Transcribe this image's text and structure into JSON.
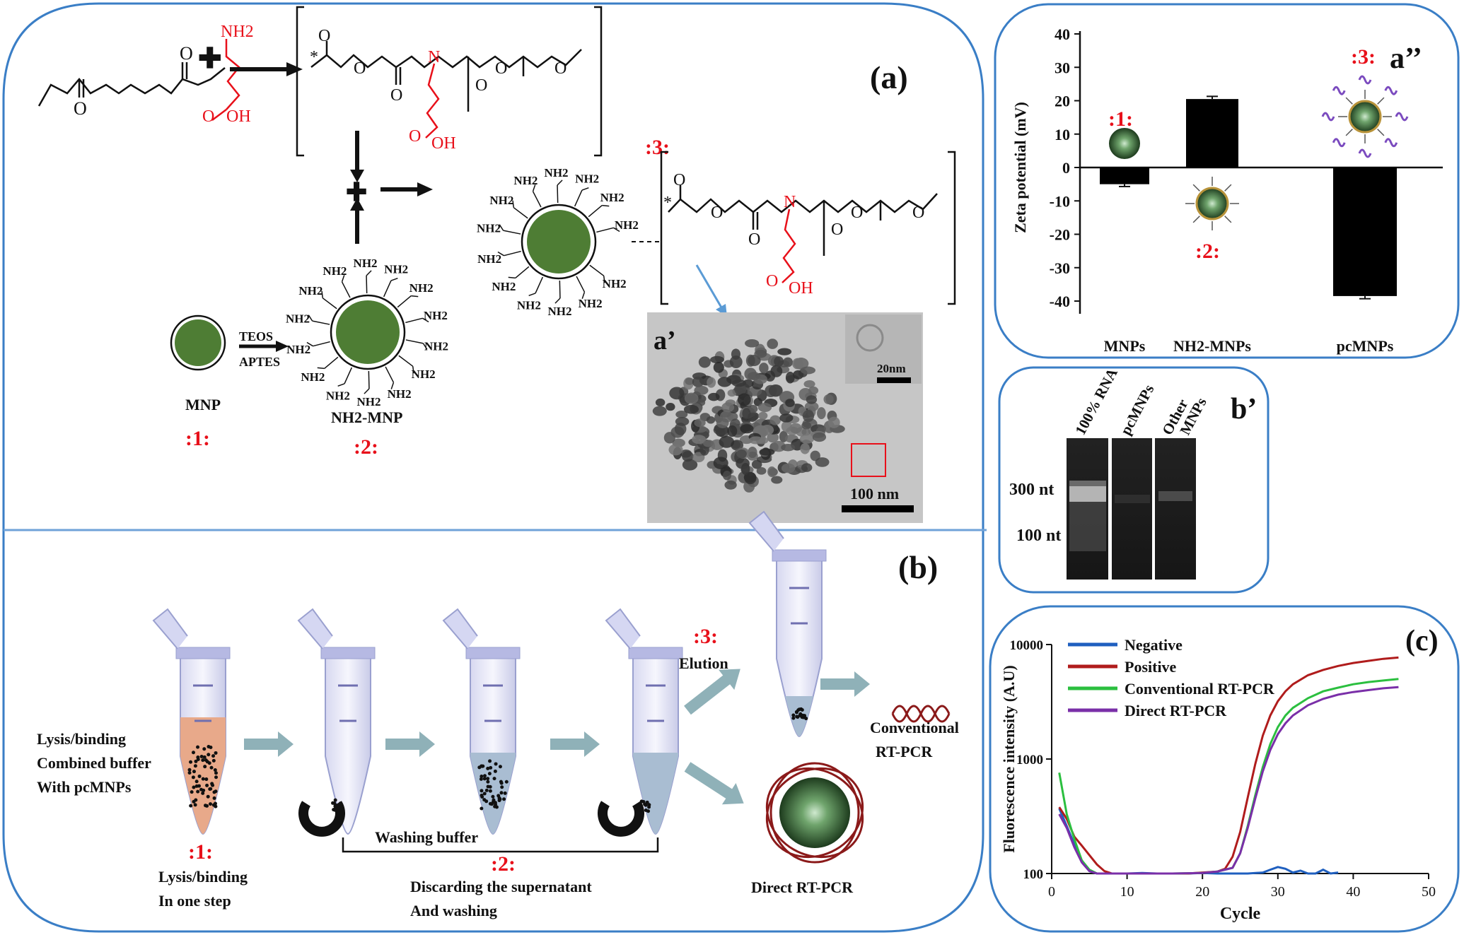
{
  "panel_a": {
    "label": "(a)",
    "amine_group": "NH2",
    "oh_group": "OH",
    "oxygen": "O",
    "nitrogen": "N",
    "star": "*",
    "step1_marker": ":1:",
    "step2_marker": ":2:",
    "step3_marker": ":3:",
    "mnp_label": "MNP",
    "nh2_mnp_label": "NH2-MNP",
    "reagent_top": "TEOS",
    "reagent_bottom": "APTES",
    "dash_link": "NH2"
  },
  "panel_a_prime": {
    "label": "a’",
    "scale_inset": "20nm",
    "scale_main": "100 nm"
  },
  "panel_a_dblprime": {
    "label": "a’’",
    "marker1": ":1:",
    "marker2": ":2:",
    "marker3": ":3:",
    "ylabel": "Zeta potential (mV)"
  },
  "panel_b_prime": {
    "label": "b’",
    "lanes": [
      "100% RNA",
      "pcMNPs",
      "Other MNPs"
    ],
    "markers": [
      "300 nt",
      "100 nt"
    ]
  },
  "panel_b": {
    "label": "(b)",
    "lysis_text": [
      "Lysis/binding",
      "Combined buffer",
      "With pcMNPs"
    ],
    "step1_marker": ":1:",
    "step1_caption": [
      "Lysis/binding",
      "In one step"
    ],
    "washing_buffer": "Washing buffer",
    "step2_marker": ":2:",
    "step2_caption": [
      "Discarding the supernatant",
      "And washing"
    ],
    "step3_marker": ":3:",
    "elution": "Elution",
    "conventional": [
      "Conventional",
      "RT-PCR"
    ],
    "direct": "Direct RT-PCR"
  },
  "panel_c": {
    "label": "(c)",
    "xlabel": "Cycle",
    "ylabel": "Fluorescence intensity (A.U)"
  },
  "chart_data": [
    {
      "type": "bar",
      "title": "",
      "xlabel": "",
      "ylabel": "Zeta potential (mV)",
      "categories": [
        "MNPs",
        "NH2-MNPs",
        "pcMNPs"
      ],
      "values": [
        -5,
        20.5,
        -38.5
      ],
      "errors": [
        0.7,
        0.8,
        0.8
      ],
      "ylim": [
        -45,
        40
      ],
      "yticks": [
        -40,
        -30,
        -20,
        -10,
        0,
        10,
        20,
        30,
        40
      ],
      "bar_color": "#000000"
    },
    {
      "type": "line",
      "title": "",
      "xlabel": "Cycle",
      "ylabel": "Fluorescence intensity (A.U)",
      "y_scale": "log",
      "xlim": [
        0,
        50
      ],
      "ylim": [
        100,
        10000
      ],
      "xticks": [
        0,
        10,
        20,
        30,
        40,
        50
      ],
      "yticks": [
        100,
        1000,
        10000
      ],
      "legend_position": "top-left",
      "series": [
        {
          "name": "Negative",
          "color": "#1f5fbf",
          "x": [
            1,
            2,
            3,
            4,
            5,
            6,
            8,
            10,
            12,
            14,
            16,
            18,
            20,
            22,
            24,
            26,
            28,
            29,
            30,
            31,
            32,
            33,
            34,
            35,
            36,
            37,
            38
          ],
          "y": [
            370,
            260,
            180,
            130,
            105,
            100,
            100,
            100,
            101,
            100,
            100,
            100,
            101,
            100,
            100,
            100,
            102,
            108,
            114,
            110,
            102,
            106,
            100,
            100,
            108,
            100,
            102
          ]
        },
        {
          "name": "Positive",
          "color": "#b01c1c",
          "x": [
            1,
            2,
            3,
            4,
            5,
            6,
            7,
            8,
            10,
            14,
            18,
            20,
            22,
            23,
            24,
            25,
            26,
            27,
            28,
            29,
            30,
            31,
            32,
            34,
            36,
            38,
            40,
            42,
            44,
            46
          ],
          "y": [
            380,
            300,
            210,
            175,
            145,
            120,
            105,
            100,
            100,
            100,
            100,
            102,
            104,
            110,
            140,
            230,
            460,
            900,
            1600,
            2400,
            3200,
            3900,
            4500,
            5400,
            6000,
            6500,
            6900,
            7200,
            7500,
            7700
          ]
        },
        {
          "name": "Conventional RT-PCR",
          "color": "#2bbf3f",
          "x": [
            1,
            2,
            3,
            4,
            5,
            6,
            8,
            12,
            16,
            20,
            22,
            24,
            25,
            26,
            27,
            28,
            29,
            30,
            31,
            32,
            34,
            36,
            38,
            40,
            42,
            44,
            46
          ],
          "y": [
            760,
            330,
            200,
            130,
            108,
            100,
            100,
            100,
            100,
            101,
            104,
            112,
            150,
            260,
            480,
            850,
            1350,
            1900,
            2400,
            2800,
            3400,
            3900,
            4200,
            4500,
            4700,
            4850,
            5000
          ]
        },
        {
          "name": "Direct RT-PCR",
          "color": "#7a2fa8",
          "x": [
            1,
            2,
            3,
            4,
            5,
            6,
            8,
            12,
            16,
            20,
            22,
            24,
            25,
            26,
            27,
            28,
            29,
            30,
            31,
            32,
            34,
            36,
            38,
            40,
            42,
            44,
            46
          ],
          "y": [
            330,
            250,
            170,
            125,
            105,
            100,
            100,
            100,
            100,
            101,
            104,
            112,
            150,
            250,
            450,
            780,
            1200,
            1650,
            2050,
            2400,
            2950,
            3350,
            3650,
            3850,
            4000,
            4150,
            4250
          ]
        }
      ]
    }
  ],
  "colors": {
    "frame_blue": "#3a7ec6",
    "nanoparticle_green": "#4e7d34",
    "marker_red": "#e8101a",
    "arrow_steel": "#8fb1b8"
  },
  "icons": [
    "test-tube-icon",
    "magnet-icon",
    "dna-helix-icon",
    "arrow-icon"
  ]
}
